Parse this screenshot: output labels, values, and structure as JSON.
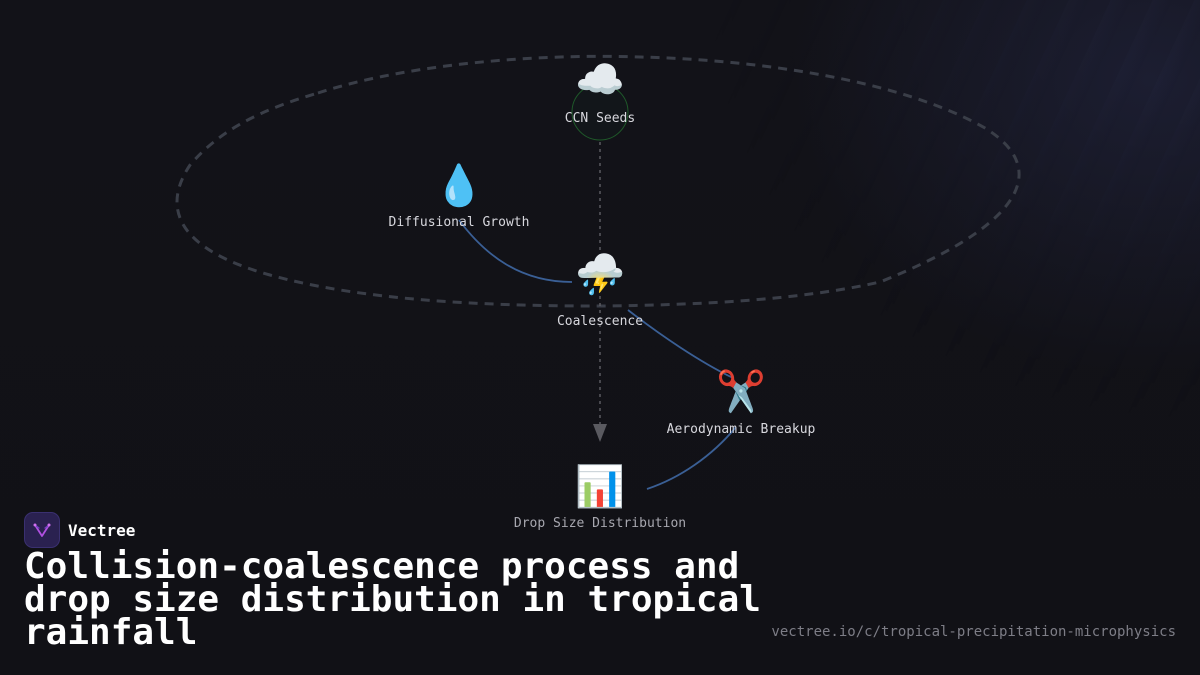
{
  "diagram": {
    "nodes": [
      {
        "id": "ccn",
        "label": "CCN Seeds",
        "icon": "☁️",
        "icon_name": "cloud-icon"
      },
      {
        "id": "diff",
        "label": "Diffusional Growth",
        "icon": "💧",
        "icon_name": "droplet-icon"
      },
      {
        "id": "coal",
        "label": "Coalescence",
        "icon": "⛈️",
        "icon_name": "storm-cloud-icon"
      },
      {
        "id": "aero",
        "label": "Aerodynamic Breakup",
        "icon": "✂️",
        "icon_name": "scissors-icon"
      },
      {
        "id": "dsd",
        "label": "Drop Size Distribution",
        "icon": "📊",
        "icon_name": "bar-chart-icon"
      }
    ],
    "edges": [
      {
        "from": "diff",
        "to": "coal",
        "style": "solid"
      },
      {
        "from": "coal",
        "to": "aero",
        "style": "solid"
      },
      {
        "from": "aero",
        "to": "dsd",
        "style": "solid"
      },
      {
        "from": "ccn",
        "to": "dsd",
        "style": "dashed-arrow"
      }
    ],
    "colors": {
      "edge": "#3a5f95",
      "loop": "#3a3e48",
      "axis": "#5a5a60",
      "ccn_ring": "#1f5a2a"
    }
  },
  "brand": {
    "name": "Vectree"
  },
  "title": "Collision-coalescence process and drop size distribution in tropical rainfall",
  "url": "vectree.io/c/tropical-precipitation-microphysics"
}
